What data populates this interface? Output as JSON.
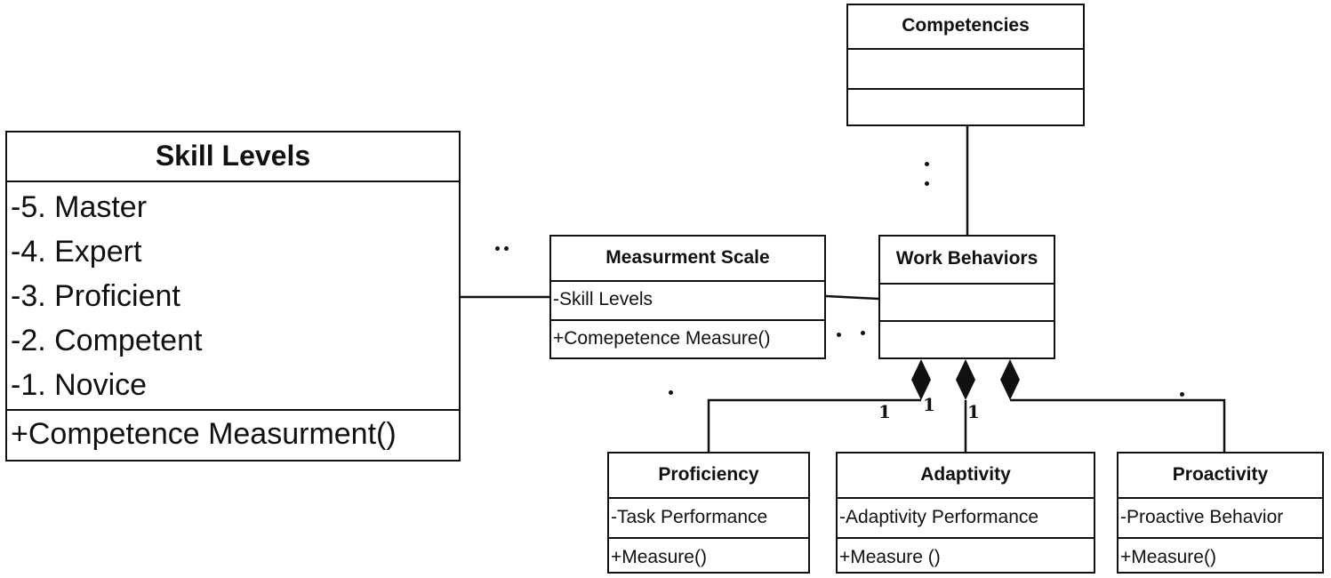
{
  "skill_levels": {
    "name": "Skill Levels",
    "attributes": [
      "-5. Master",
      "-4. Expert",
      "-3. Proficient",
      "-2. Competent",
      "-1. Novice"
    ],
    "operation": "+Competence Measurment()"
  },
  "competencies": {
    "name": "Competencies"
  },
  "measurement_scale": {
    "name": "Measurment Scale",
    "attribute": "-Skill Levels",
    "operation": "+Comepetence Measure()"
  },
  "work_behaviors": {
    "name": "Work Behaviors"
  },
  "proficiency": {
    "name": "Proficiency",
    "attribute": "-Task Performance",
    "operation": "+Measure()"
  },
  "adaptivity": {
    "name": "Adaptivity",
    "attribute": "-Adaptivity Performance",
    "operation": "+Measure ()"
  },
  "proactivity": {
    "name": "Proactivity",
    "attribute": "-Proactive Behavior",
    "operation": "+Measure()"
  },
  "multiplicities": {
    "proficiency": "1",
    "center": "1",
    "adaptivity": "1"
  }
}
